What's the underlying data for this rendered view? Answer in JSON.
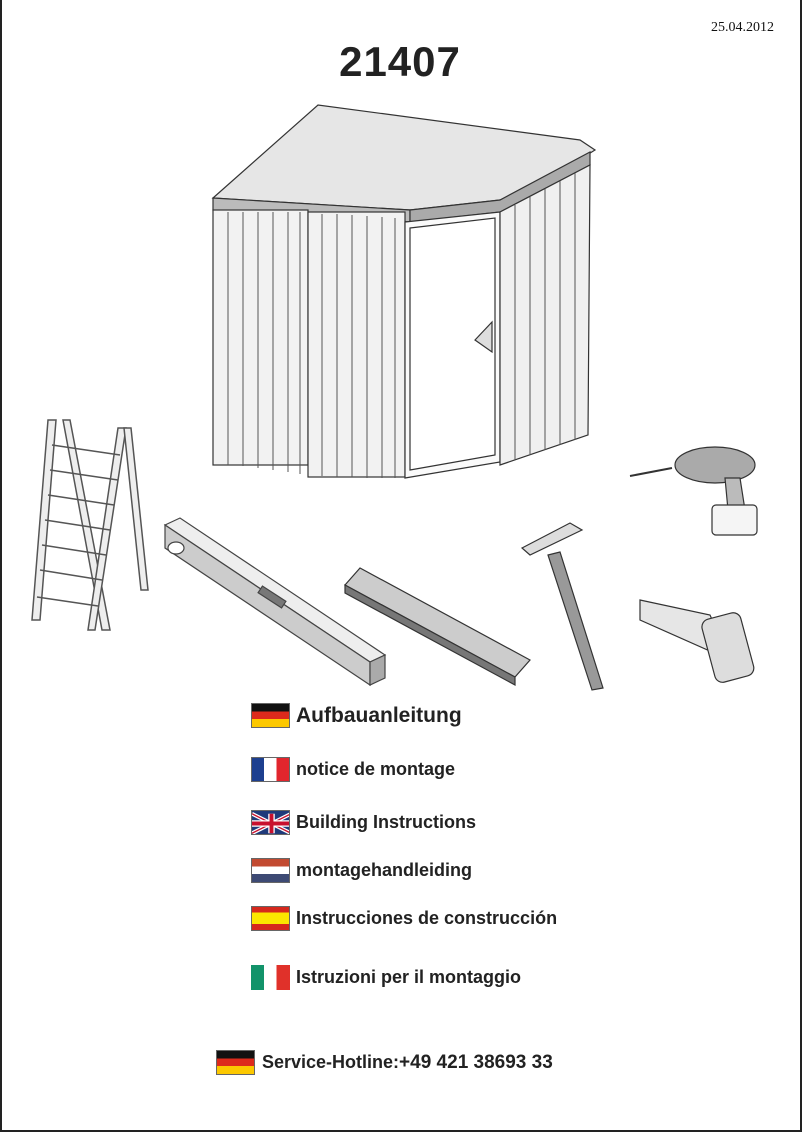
{
  "date": "25.04.2012",
  "article_number": "21407",
  "languages": [
    {
      "flag": "germany",
      "label": "Aufbauanleitung"
    },
    {
      "flag": "france",
      "label": "notice de montage"
    },
    {
      "flag": "united-kingdom",
      "label": "Building Instructions"
    },
    {
      "flag": "netherlands",
      "label": "montagehandleiding"
    },
    {
      "flag": "spain",
      "label": "Instrucciones de construcción"
    },
    {
      "flag": "italy",
      "label": "Istruzioni per il montaggio"
    }
  ],
  "hotline": {
    "label": "Service-Hotline:",
    "number": "+49 421 38693 33",
    "flag": "germany"
  }
}
